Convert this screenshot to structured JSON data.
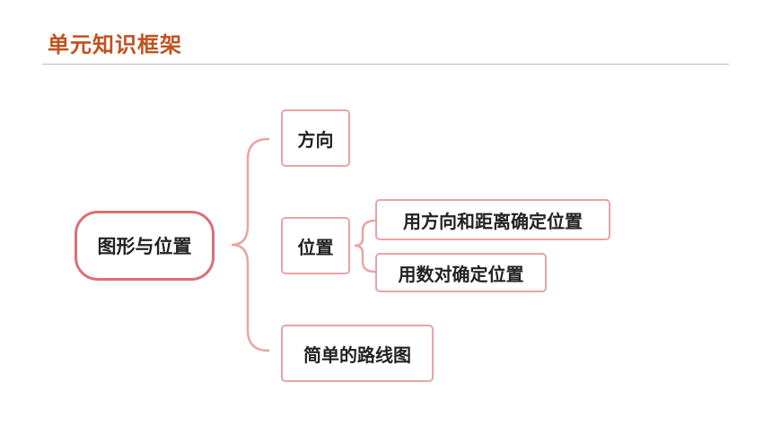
{
  "slide": {
    "title": "单元知识框架"
  },
  "diagram": {
    "root": {
      "label": "图形与位置"
    },
    "branches": [
      {
        "label": "方向"
      },
      {
        "label": "位置",
        "children": [
          {
            "label": "用方向和距离确定位置"
          },
          {
            "label": "用数对确定位置"
          }
        ]
      },
      {
        "label": "简单的路线图"
      }
    ]
  },
  "colors": {
    "title": "#c0521e",
    "root_border": "#dc6f72",
    "node_border": "#e9a4a4",
    "connector": "#e9a4a4",
    "rule": "#b9b9b9"
  }
}
